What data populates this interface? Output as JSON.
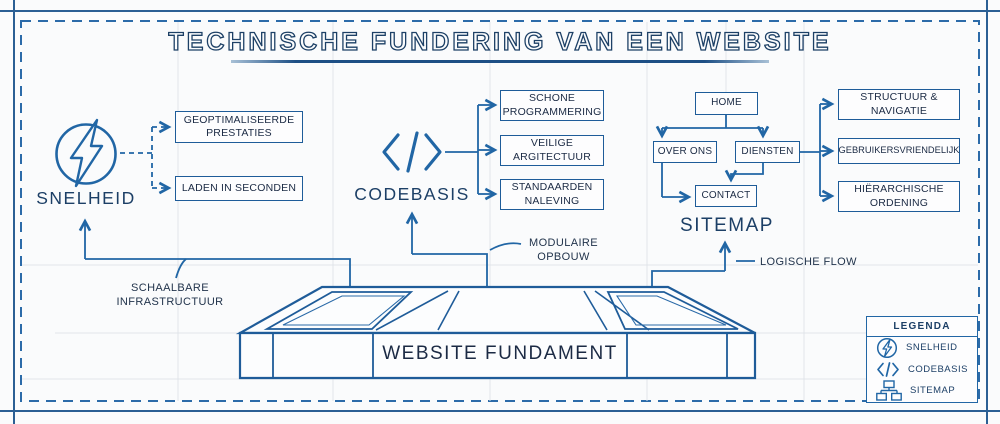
{
  "title": {
    "text": "TECHNISCHE FUNDERING VAN EEN WEBSITE"
  },
  "speed": {
    "label": "SNELHEID",
    "icon": "lightning-icon",
    "boxes": [
      "GEOPTIMALISEERDE PRESTATIES",
      "LADEN IN SECONDEN"
    ],
    "annotation": "SCHAALBARE\nINFRASTRUCTUUR"
  },
  "code": {
    "label": "CODEBASIS",
    "icon": "code-brackets-icon",
    "boxes": [
      "SCHONE PROGRAMMERING",
      "VEILIGE ARGITECTUUR",
      "STANDAARDEN NALEVING"
    ],
    "annotation": "MODULAIRE\nOPBOUW"
  },
  "sitemap": {
    "label": "SITEMAP",
    "icon": "sitemap-icon",
    "nodes": {
      "home": "HOME",
      "over_ons": "OVER ONS",
      "diensten": "DIENSTEN",
      "contact": "CONTACT"
    },
    "boxes": [
      "STRUCTUUR & NAVIGATIE",
      "GEBRUIKERSVRIENDELIJK",
      "HIËRARCHISCHE ORDENING"
    ],
    "annotation": "LOGISCHE FLOW"
  },
  "foundation": {
    "label": "WEBSITE FUNDAMENT"
  },
  "legend": {
    "title": "LEGENDA",
    "items": [
      {
        "icon": "lightning-icon",
        "label": "SNELHEID"
      },
      {
        "icon": "code-brackets-icon",
        "label": "CODEBASIS"
      },
      {
        "icon": "sitemap-icon",
        "label": "SITEMAP"
      }
    ]
  },
  "colors": {
    "line_blue": "#2166a5",
    "border_blue": "#1e5c99",
    "navy": "#1d4066",
    "ink": "#1b2a44",
    "background": "#fafbfc"
  }
}
